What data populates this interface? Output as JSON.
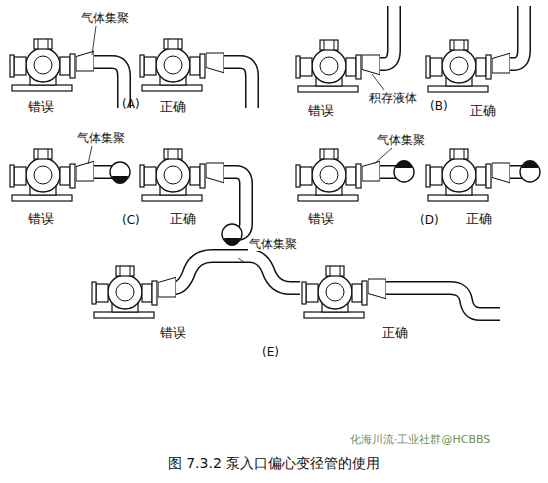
{
  "diagram": {
    "caption": "图 7.3.2 泵入口偏心变径管的使用",
    "labels": [
      "气体集聚",
      "错误",
      "正确",
      "(A)",
      "错误",
      "积存液体",
      "(B)",
      "正确",
      "气体集聚",
      "错误",
      "(C)",
      "正确",
      "气体集聚",
      "错误",
      "(D)",
      "正确",
      "气体集聚",
      "错误",
      "(E)",
      "正确",
      "化海川流·工业社群@HCBBS"
    ]
  }
}
